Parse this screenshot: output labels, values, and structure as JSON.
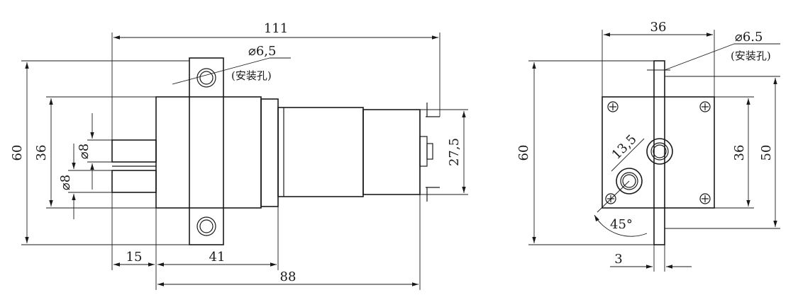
{
  "colors": {
    "line": "#1a1a1a",
    "background": "#ffffff"
  },
  "side_view": {
    "overall_length": "111",
    "hole_diameter": "⌀6,5",
    "hole_note": "(安装孔)",
    "height": "60",
    "body_height": "36",
    "port_diameter_top": "⌀8",
    "port_diameter_bottom": "⌀8",
    "motor_height": "27,5",
    "port_length": "15",
    "pump_length": "41",
    "body_length": "88"
  },
  "end_view": {
    "width": "36",
    "hole_diameter": "⌀6.5",
    "hole_note": "(安装孔)",
    "height": "60",
    "port_spacing": "13,5",
    "angle": "45°",
    "body_height": "36",
    "bracket_span": "50",
    "bracket_thickness": "3"
  }
}
